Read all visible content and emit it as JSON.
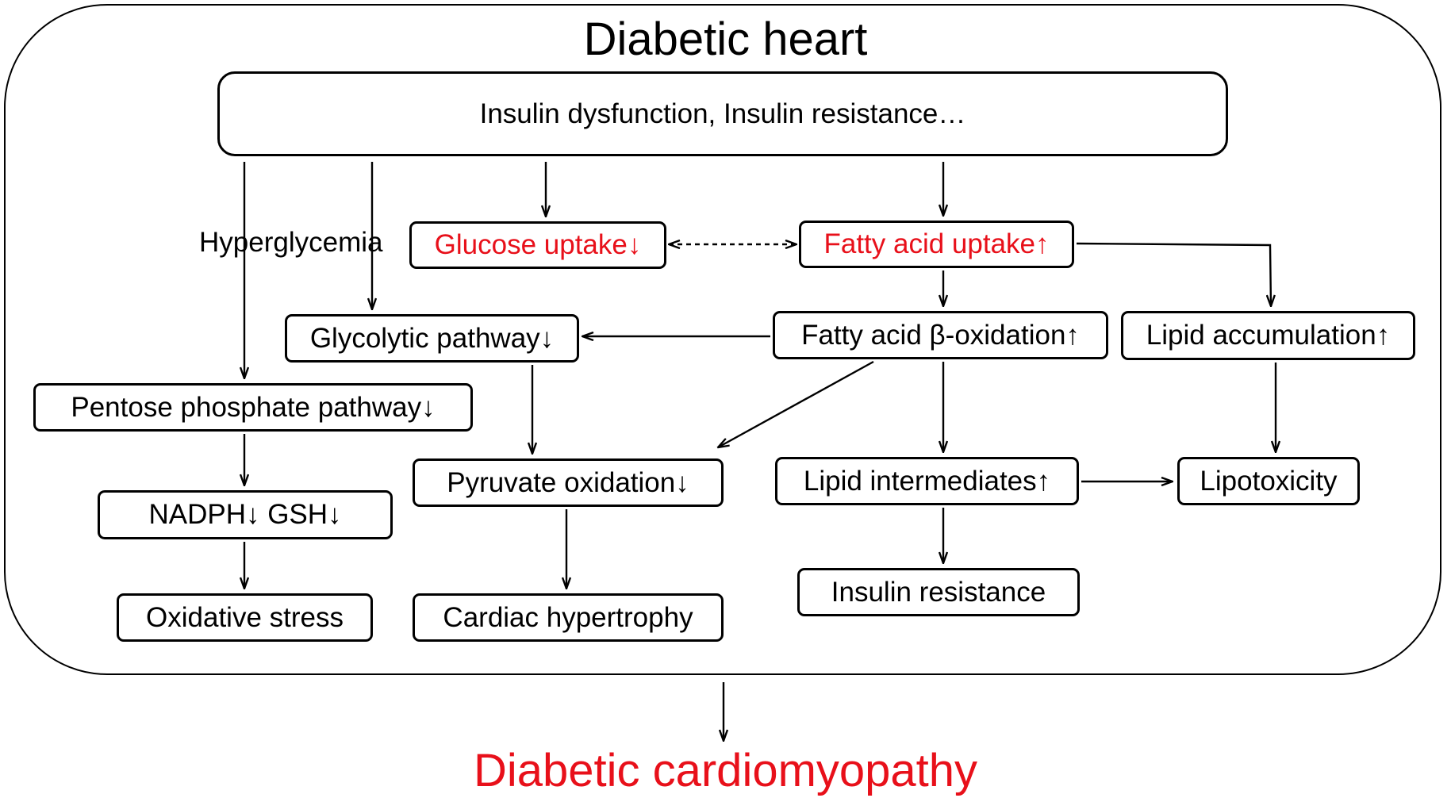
{
  "diagram": {
    "title": "Diabetic heart",
    "outcome": "Diabetic cardiomyopathy",
    "free_label": "Hyperglycemia",
    "colors": {
      "highlight": "#e8101a",
      "stroke": "#000000"
    },
    "nodes": {
      "insulin_dysfunction": "Insulin dysfunction, Insulin resistance…",
      "glucose_uptake": "Glucose uptake↓",
      "fatty_acid_uptake": "Fatty acid uptake↑",
      "glycolytic_pathway": "Glycolytic pathway↓",
      "fatty_acid_oxidation": "Fatty acid β-oxidation↑",
      "lipid_accumulation": "Lipid accumulation↑",
      "pentose_phosphate": "Pentose phosphate pathway↓",
      "pyruvate_oxidation": "Pyruvate oxidation↓",
      "lipid_intermediates": "Lipid intermediates↑",
      "lipotoxicity": "Lipotoxicity",
      "nadph_gsh": "NADPH↓  GSH↓",
      "oxidative_stress": "Oxidative stress",
      "cardiac_hypertrophy": "Cardiac hypertrophy",
      "insulin_resistance": "Insulin resistance"
    }
  }
}
